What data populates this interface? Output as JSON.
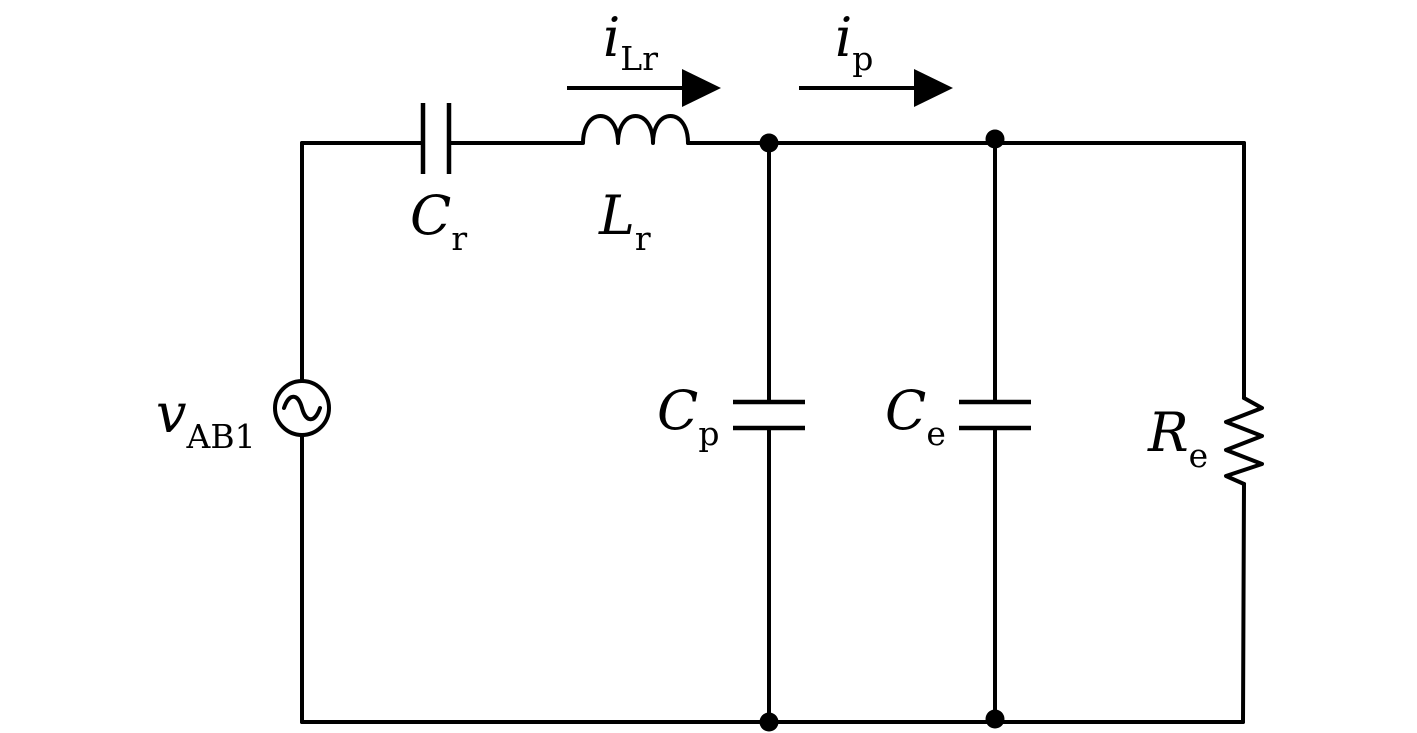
{
  "labels": {
    "source_main": "v",
    "source_sub": "AB1",
    "cr_main": "C",
    "cr_sub": "r",
    "lr_main": "L",
    "lr_sub": "r",
    "cp_main": "C",
    "cp_sub": "p",
    "ce_main": "C",
    "ce_sub": "e",
    "re_main": "R",
    "re_sub": "e",
    "ilr_main": "i",
    "ilr_sub": "Lr",
    "ip_main": "i",
    "ip_sub": "p"
  }
}
